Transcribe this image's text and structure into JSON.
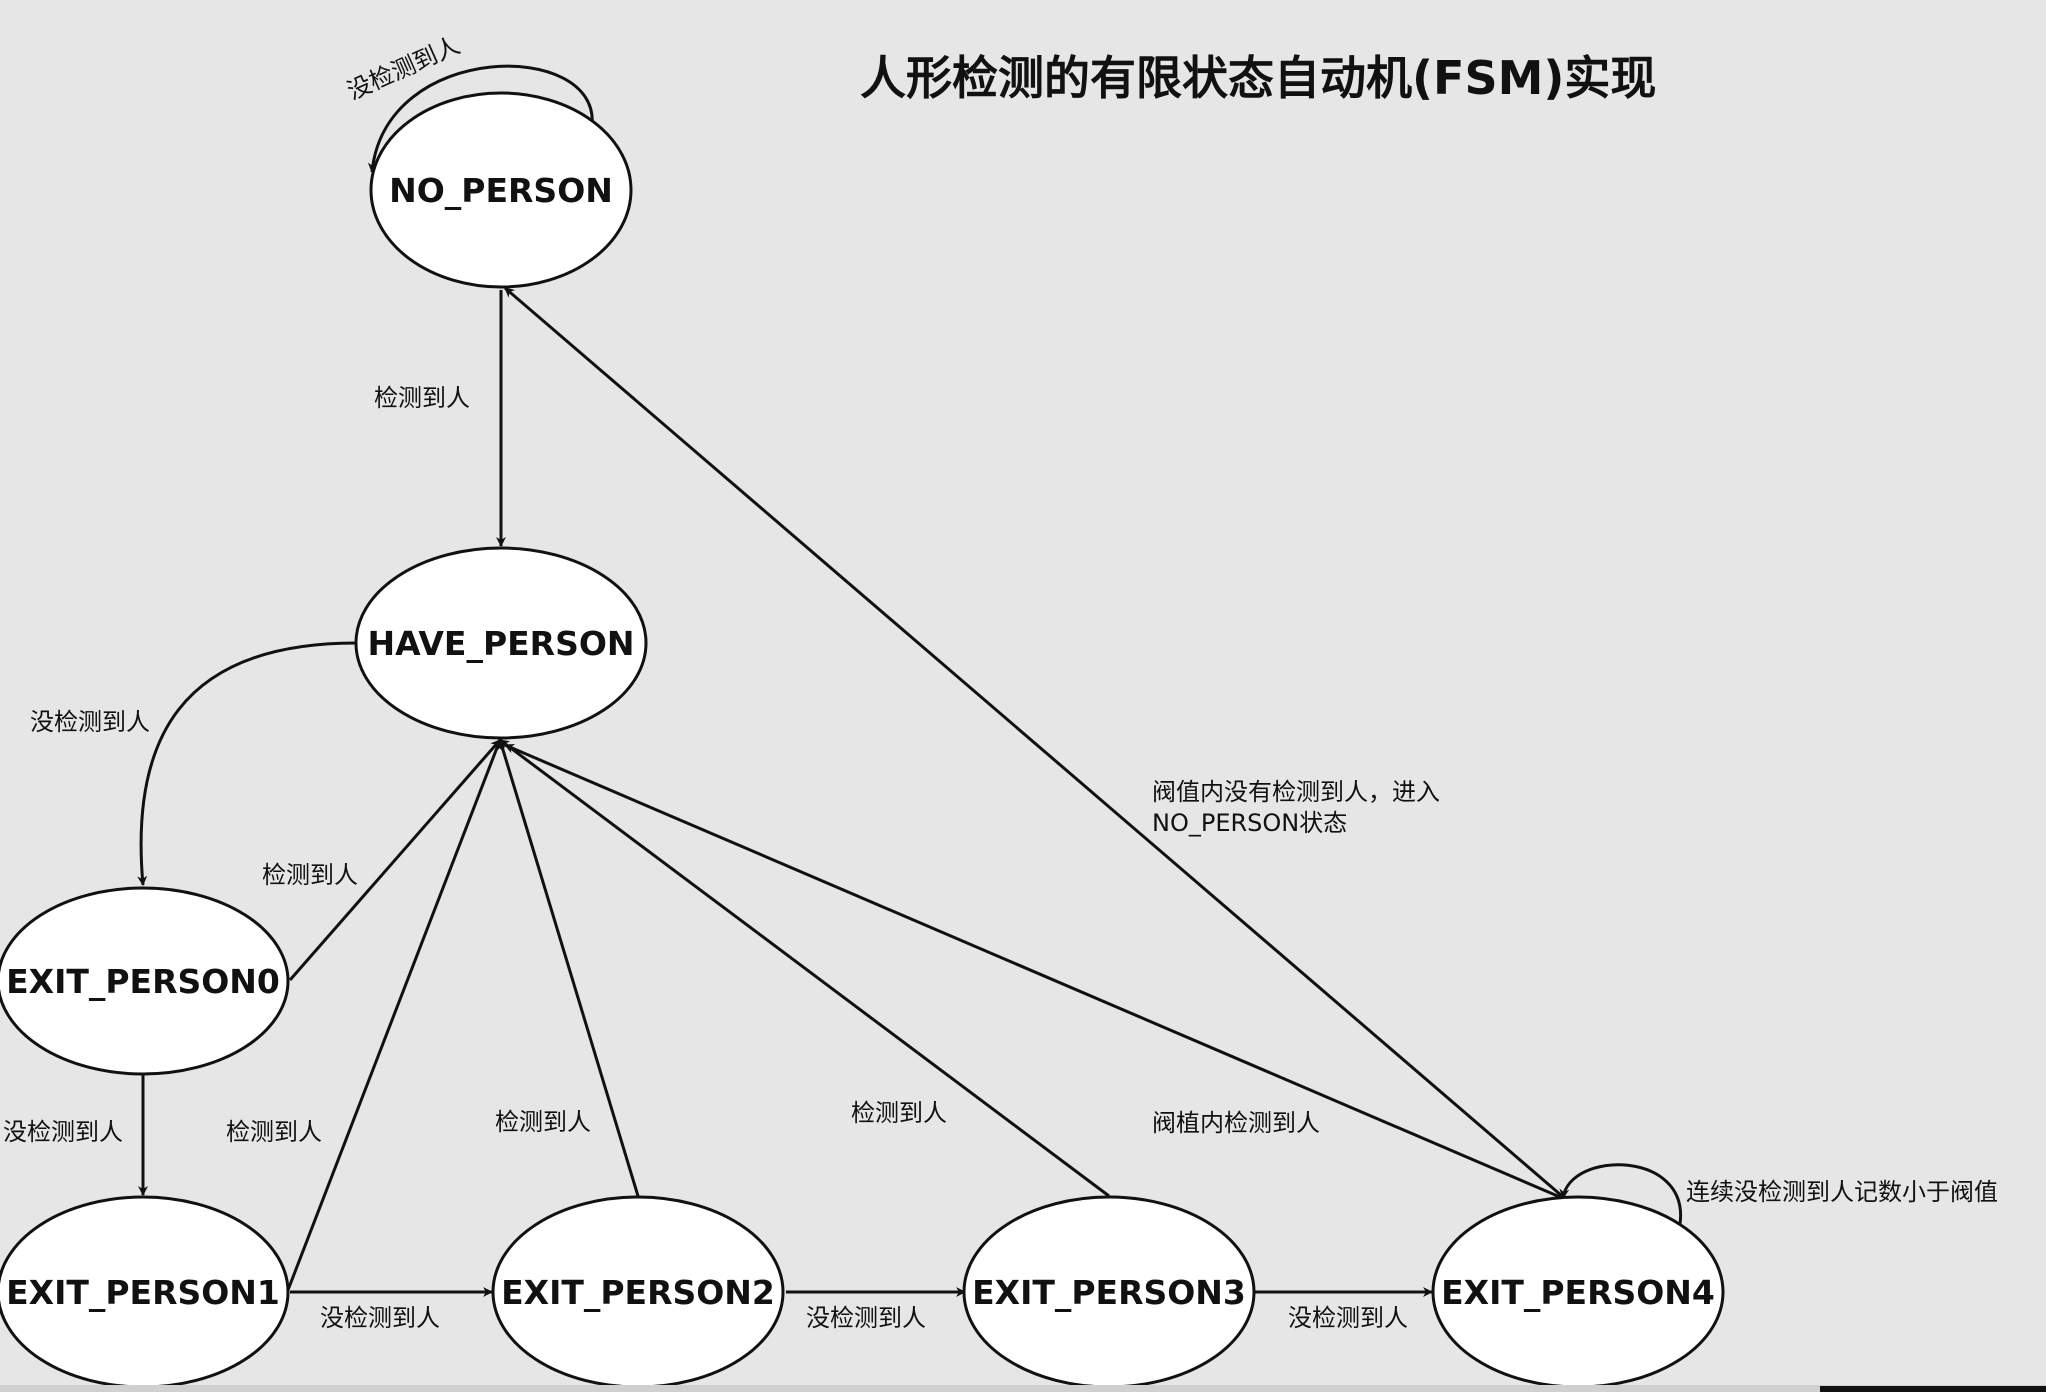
{
  "title": "人形检测的有限状态自动机(FSM)实现",
  "states": {
    "no_person": "NO_PERSON",
    "have_person": "HAVE_PERSON",
    "exit0": "EXIT_PERSON0",
    "exit1": "EXIT_PERSON1",
    "exit2": "EXIT_PERSON2",
    "exit3": "EXIT_PERSON3",
    "exit4": "EXIT_PERSON4"
  },
  "edges": {
    "no_person_self": "没检测到人",
    "no_to_have": "检测到人",
    "have_to_exit0": "没检测到人",
    "exit0_to_have": "检测到人",
    "exit0_to_exit1": "没检测到人",
    "exit1_to_have": "检测到人",
    "exit2_to_have": "检测到人",
    "exit3_to_have": "检测到人",
    "exit4_to_have": "阀植内检测到人",
    "exit4_to_no_person_line1": "阀值内没有检测到人，进入",
    "exit4_to_no_person_line2": "NO_PERSON状态",
    "exit1_to_exit2": "没检测到人",
    "exit2_to_exit3": "没检测到人",
    "exit3_to_exit4": "没检测到人",
    "exit4_self": "连续没检测到人记数小于阀值"
  },
  "colors": {
    "background": "#e6e6e6",
    "stroke": "#111111",
    "node_fill": "#ffffff"
  }
}
